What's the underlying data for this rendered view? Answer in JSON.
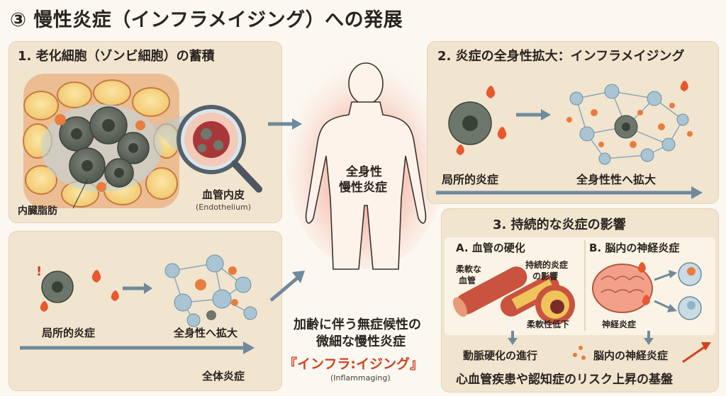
{
  "title": "③ 慢性炎症（インフラメイジング）への発展",
  "panel1": {
    "title": "1. 老化細胞（ゾンビ細胞）の蓄積",
    "visceral_fat": "内臓脂肪",
    "endothelium": "血管内皮",
    "endothelium_en": "(Endothelium)"
  },
  "panel1b": {
    "local": "局所的炎症",
    "systemic": "全身性へ拡大",
    "whole": "全体炎症"
  },
  "center": {
    "body_label_1": "全身性",
    "body_label_2": "慢性炎症",
    "caption_1": "加齢に伴う無症候性の",
    "caption_2": "微細な慢性炎症",
    "inflamm_jp": "『インフラ:イジング』",
    "inflamm_en": "(Inflammaging)"
  },
  "panel2": {
    "title": "2. 炎症の全身性拡大：インフラメイジング",
    "local": "局所的炎症",
    "systemic": "全身性性へ拡大"
  },
  "panel3": {
    "title": "3. 持続的な炎症の影響",
    "a_title": "A. 血管の硬化",
    "b_title": "B. 脳内の神経炎症",
    "flexible_1": "柔軟な",
    "flexible_2": "血管",
    "persist_1": "持続的炎症",
    "persist_2": "の影響",
    "flex_down": "柔軟性低下",
    "neuro": "神経炎症",
    "arterio": "動脈硬化の進行",
    "brain_neuro": "脳内の神経炎症",
    "risk": "心血管疾患や認知症のリスク上昇の基盤"
  }
}
